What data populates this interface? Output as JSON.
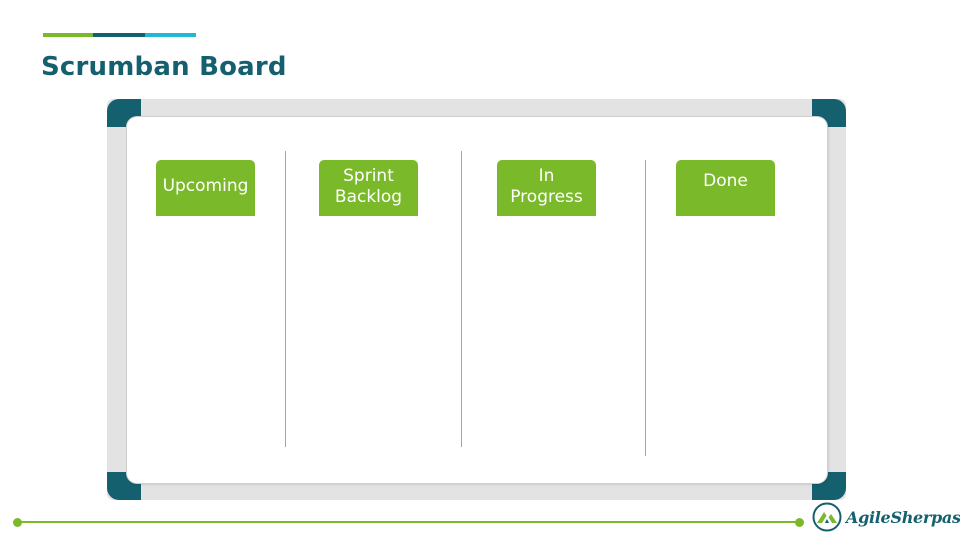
{
  "title": "Scrumban Board",
  "colors": {
    "green": "#7aba2a",
    "teal": "#14606e",
    "cyan": "#20b8d2",
    "board_frame": "#e3e3e3"
  },
  "board": {
    "columns": [
      {
        "label_lines": [
          "Upcoming"
        ]
      },
      {
        "label_lines": [
          "Sprint",
          "Backlog"
        ]
      },
      {
        "label_lines": [
          "In",
          "Progress"
        ]
      },
      {
        "label_lines": [
          "Done"
        ]
      }
    ]
  },
  "logo": {
    "text": "AgileSherpas",
    "icon": "mountain-logo-icon"
  }
}
